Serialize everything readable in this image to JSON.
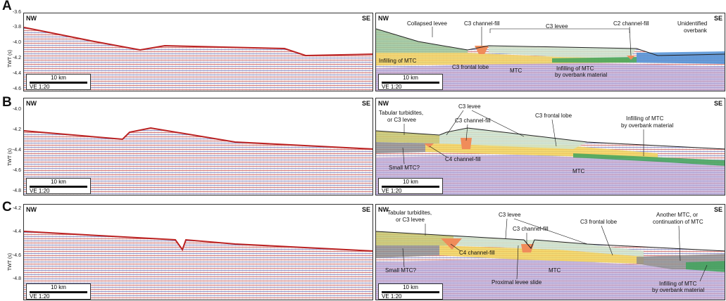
{
  "panels": [
    {
      "letter": "A",
      "axis_label": "TWT (s)",
      "ticks": [
        "-3.6",
        "-3.8",
        "-4.0",
        "-4.2",
        "-4.4",
        "-4.6"
      ],
      "left": {
        "nw": "NW",
        "se": "SE",
        "scale_km": "10 km",
        "ve": "VE 1:20"
      },
      "right": {
        "nw": "NW",
        "se": "SE",
        "scale_km": "10 km",
        "ve": "VE 1:20",
        "annotations": [
          "Collapsed levee",
          "C3 channel-fill",
          "C3 levee",
          "C2 channel-fill",
          "Unidentified",
          "overbank",
          "Infilling of MTC",
          "C3 frontal lobe",
          "MTC",
          "Infilling of MTC",
          "by overbank material"
        ]
      }
    },
    {
      "letter": "B",
      "axis_label": "TWT (s)",
      "ticks": [
        "-4.0",
        "-4.2",
        "-4.4",
        "-4.6",
        "-4.8"
      ],
      "left": {
        "nw": "NW",
        "se": "SE",
        "scale_km": "10 km",
        "ve": "VE 1:20"
      },
      "right": {
        "nw": "NW",
        "se": "SE",
        "scale_km": "10 km",
        "ve": "VE 1:20",
        "annotations": [
          "Tabular turbidites,",
          "or C3 levee",
          "C3 levee",
          "C3 channel-fill",
          "C3 frontal lobe",
          "Infilling of MTC",
          "by overbank material",
          "Small MTC?",
          "C4 channel-fill",
          "MTC"
        ]
      }
    },
    {
      "letter": "C",
      "axis_label": "TWT (s)",
      "ticks": [
        "-4.2",
        "-4.4",
        "-4.6",
        "-4.8"
      ],
      "left": {
        "nw": "NW",
        "se": "SE",
        "scale_km": "10 km",
        "ve": "VE 1:20"
      },
      "right": {
        "nw": "NW",
        "se": "SE",
        "scale_km": "10 km",
        "ve": "VE 1:20",
        "annotations": [
          "Tabular turbidites,",
          "or C3 levee",
          "C3 levee",
          "C3 channel-fill",
          "C3 frontal lobe",
          "Another MTC, or",
          "continuation of MTC",
          "C4 channel-fill",
          "Small MTC?",
          "MTC",
          "Proximal levee slide",
          "Infilling of MTC",
          "by overbank material"
        ]
      }
    }
  ],
  "colors": {
    "levee_green": "#9cc79a",
    "lobe_yellow": "#f2d35a",
    "mtc_purple": "#b9a8d9",
    "channel_orange": "#f08c5a",
    "overbank_blue": "#4f8fd6",
    "infill_green": "#3fa35c",
    "small_mtc_gray": "#8c8c8c",
    "tabular_olive": "#c8c86e"
  }
}
